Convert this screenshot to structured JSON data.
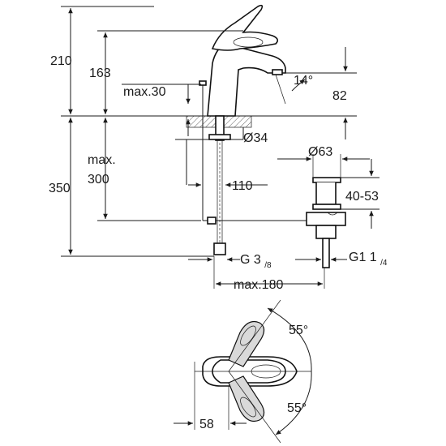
{
  "dimensions": {
    "total_height": "210",
    "spout_height": "163",
    "lift_rod_height": "max.30",
    "spout_angle": "14°",
    "spout_reach_height": "82",
    "hole_diameter": "Ø34",
    "drain_diameter": "Ø63",
    "below_deck_max_label": "max.",
    "below_deck_max_value": "300",
    "below_total": "350",
    "rod_length": "110",
    "drain_range": "40-53",
    "connection_left_main": "G 3",
    "connection_left_frac": "/8",
    "connection_right_main": "G1 1",
    "connection_right_frac": "/4",
    "max_drain_offset": "max.180",
    "lever_angle_up": "55°",
    "lever_angle_down": "55°",
    "lever_offset": "58"
  },
  "colors": {
    "line": "#1a1a1a",
    "ghost_lever": "#d9d9d9",
    "hatch": "#333333"
  }
}
